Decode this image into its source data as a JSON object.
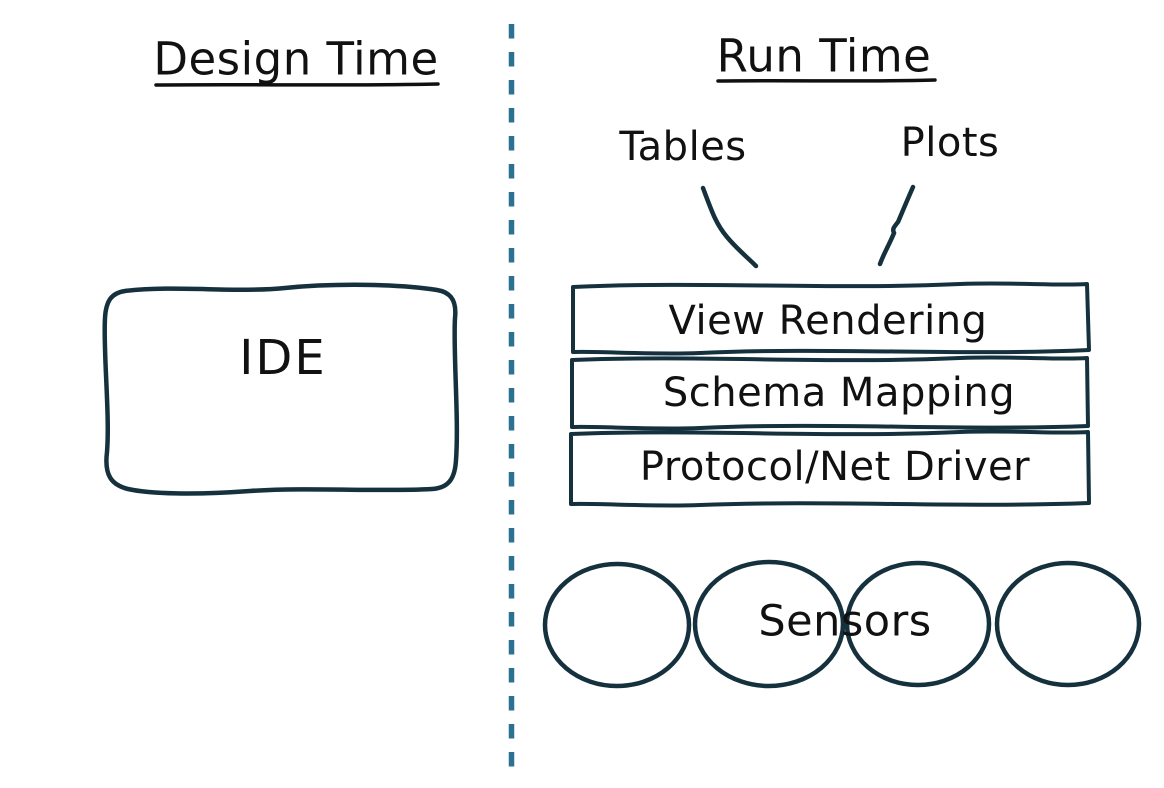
{
  "colors": {
    "ink": "#16313e",
    "text": "#111111",
    "divider_teal": "#2b7191",
    "background": "#ffffff"
  },
  "left_section": {
    "title": "Design Time",
    "box_label": "IDE"
  },
  "right_section": {
    "title": "Run Time",
    "view_types": [
      {
        "label": "Tables"
      },
      {
        "label": "Plots"
      }
    ],
    "stack_layers": [
      {
        "label": "View Rendering"
      },
      {
        "label": "Schema Mapping"
      },
      {
        "label": "Protocol/Net Driver"
      }
    ],
    "sensors_label": "Sensors",
    "sensor_circle_count": 4
  }
}
